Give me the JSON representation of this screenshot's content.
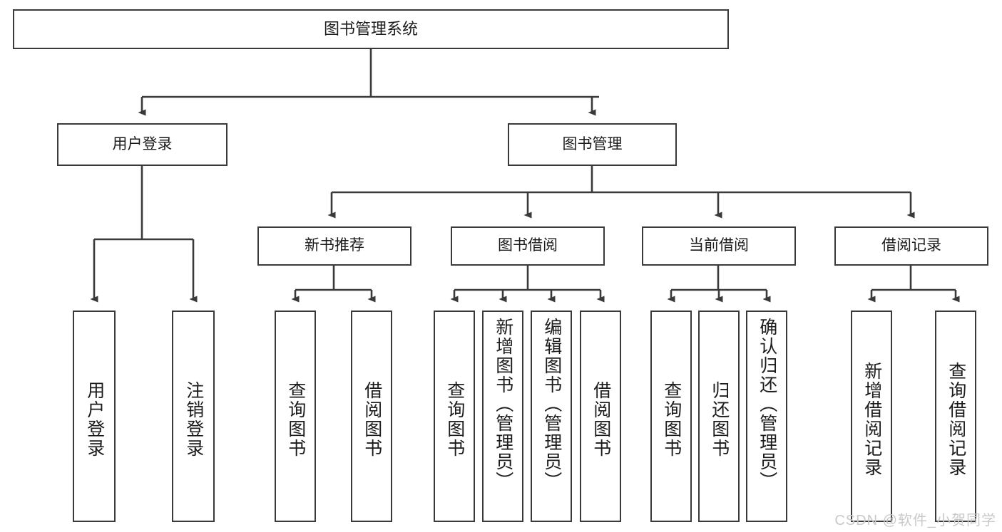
{
  "diagram": {
    "type": "tree",
    "title": "图书管理系统",
    "watermark": "CSDN @软件_小贺同学",
    "colors": {
      "box_border": "#3a3a3a",
      "box_fill": "#ffffff",
      "line": "#3a3a3a",
      "text": "#1b1b1b",
      "watermark": "#c9c9c9"
    },
    "nodes": {
      "root": {
        "label": "图书管理系统"
      },
      "level2": [
        {
          "label": "用户登录"
        },
        {
          "label": "图书管理"
        }
      ],
      "level3": [
        {
          "label": "新书推荐"
        },
        {
          "label": "图书借阅"
        },
        {
          "label": "当前借阅"
        },
        {
          "label": "借阅记录"
        }
      ],
      "leaves_user_login": [
        {
          "label": "用户登录"
        },
        {
          "label": "注销登录"
        }
      ],
      "leaves_new_book": [
        {
          "label": "查询图书"
        },
        {
          "label": "借阅图书"
        }
      ],
      "leaves_borrow": [
        {
          "label": "查询图书"
        },
        {
          "label": "新增图书（管理员）"
        },
        {
          "label": "编辑图书（管理员）"
        },
        {
          "label": "借阅图书"
        }
      ],
      "leaves_current": [
        {
          "label": "查询图书"
        },
        {
          "label": "归还图书"
        },
        {
          "label": "确认归还（管理员）"
        }
      ],
      "leaves_records": [
        {
          "label": "新增借阅记录"
        },
        {
          "label": "查询借阅记录"
        }
      ]
    }
  }
}
